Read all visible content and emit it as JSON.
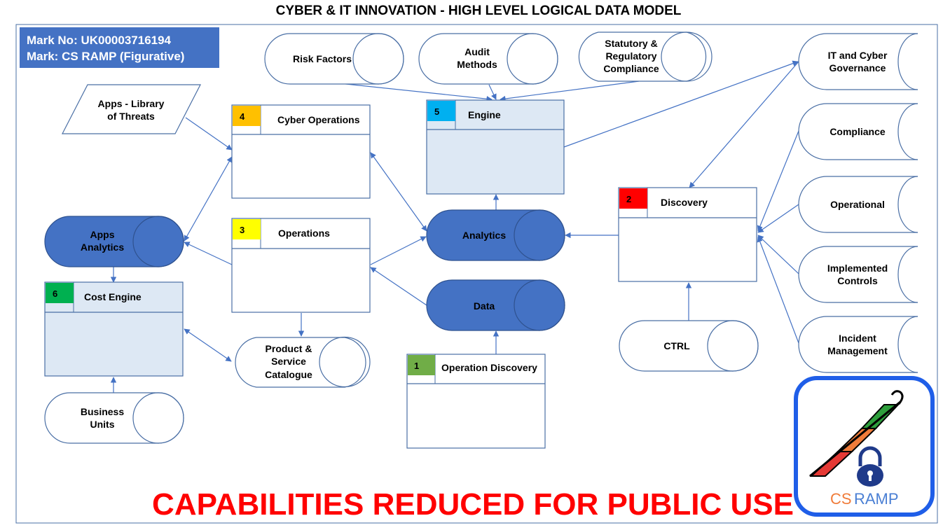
{
  "title": "CYBER & IT INNOVATION - HIGH LEVEL LOGICAL DATA MODEL",
  "mark": {
    "line1": "Mark No: UK00003716194",
    "line2": "Mark: CS RAMP (Figurative)"
  },
  "banner": "CAPABILITIES REDUCED FOR PUBLIC USE",
  "logo": {
    "text_cs": "CS",
    "text_ramp": "RAMP"
  },
  "entities": {
    "cyber_operations": {
      "num": "4",
      "label": "Cyber Operations",
      "color": "#ffc000"
    },
    "engine": {
      "num": "5",
      "label": "Engine",
      "color": "#00b0f0"
    },
    "operations": {
      "num": "3",
      "label": "Operations",
      "color": "#ffff00"
    },
    "discovery": {
      "num": "2",
      "label": "Discovery",
      "color": "#ff0000"
    },
    "cost_engine": {
      "num": "6",
      "label": "Cost Engine",
      "color": "#00b050"
    },
    "operation_discovery": {
      "num": "1",
      "label": "Operation Discovery",
      "color": "#70ad47"
    }
  },
  "stores": {
    "risk_factors": "Risk Factors",
    "audit_methods": [
      "Audit",
      "Methods"
    ],
    "statutory": [
      "Statutory &",
      "Regulatory",
      "Compliance"
    ],
    "it_cyber_governance": [
      "IT and Cyber",
      "Governance"
    ],
    "compliance": "Compliance",
    "operational": "Operational",
    "implemented_controls": [
      "Implemented",
      "Controls"
    ],
    "incident_management": [
      "Incident",
      "Management"
    ],
    "analytics": "Analytics",
    "data": "Data",
    "apps_analytics": [
      "Apps",
      "Analytics"
    ],
    "product_catalogue": [
      "Product &",
      "Service",
      "Catalogue"
    ],
    "business_units": [
      "Business",
      "Units"
    ],
    "ctrl": "CTRL"
  },
  "apps_library": [
    "Apps - Library",
    "of Threats"
  ]
}
